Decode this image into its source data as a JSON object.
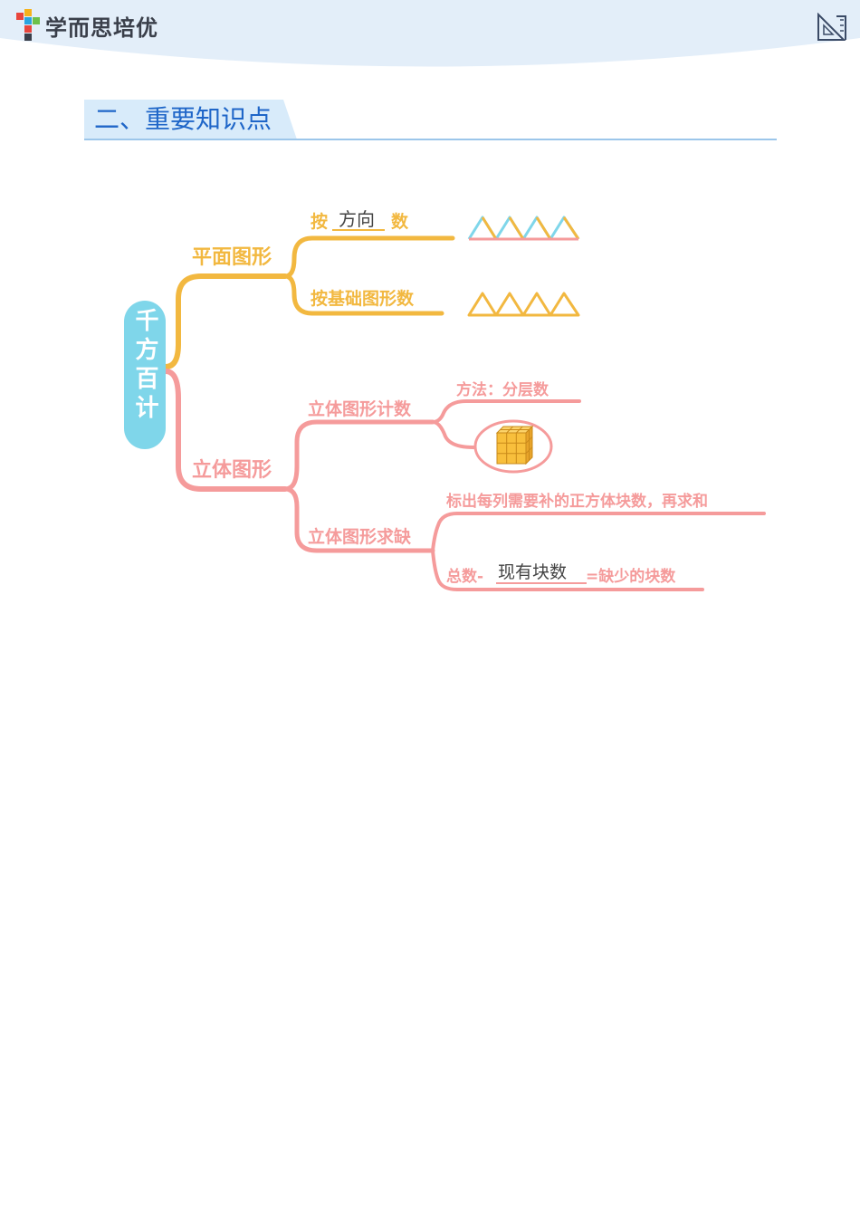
{
  "header": {
    "brand_name": "学而思培优",
    "icons": [
      "xueersi-logo-icon",
      "ruler-triangle-icon"
    ]
  },
  "section": {
    "title": "二、重要知识点"
  },
  "mindmap": {
    "root": "千方百计",
    "plane": {
      "label": "平面图形",
      "dir_prefix": "按",
      "dir_fill": "方向",
      "dir_suffix": "数",
      "basic": "按基础图形数"
    },
    "solid": {
      "label": "立体图形",
      "count": {
        "label": "立体图形计数",
        "method": "方法：分层数"
      },
      "missing": {
        "label": "立体图形求缺",
        "note1": "标出每列需要补的正方体块数，再求和",
        "formula_prefix": "总数-",
        "formula_fill": "现有块数",
        "formula_suffix": "=缺少的块数"
      }
    }
  },
  "colors": {
    "orange": "#f2b840",
    "pink": "#f59b9b",
    "root": "#7fd6ea",
    "title_blue": "#1f66c8"
  }
}
